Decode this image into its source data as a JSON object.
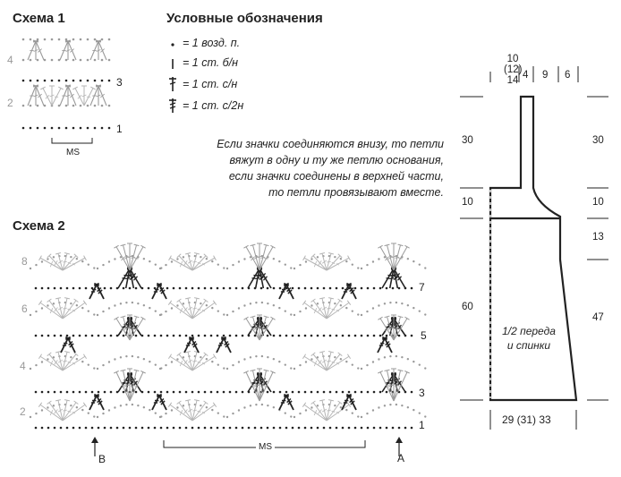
{
  "scheme1": {
    "title": "Схема 1",
    "row_labels_left": [
      "4",
      "2"
    ],
    "row_labels_right": [
      "3",
      "1"
    ],
    "repeat_label": "MS"
  },
  "legend": {
    "title": "Условные обозначения",
    "items": [
      {
        "icon": "chain-dot-icon",
        "text": "= 1 возд. п."
      },
      {
        "icon": "single-crochet-icon",
        "text": "= 1 ст. б/н"
      },
      {
        "icon": "double-crochet-icon",
        "text": "= 1 ст. с/н"
      },
      {
        "icon": "treble-crochet-icon",
        "text": "= 1 ст. с/2н"
      }
    ],
    "note": [
      "Если значки соединяются внизу, то петли",
      "вяжут в одну и ту же петлю основания,",
      "если значки соединены в верхней части,",
      "то петли провязывают вместе."
    ]
  },
  "scheme2": {
    "title": "Схема 2",
    "row_labels_left": [
      "8",
      "6",
      "4",
      "2"
    ],
    "row_labels_right": [
      "7",
      "5",
      "3",
      "1"
    ],
    "repeat_label": "MS",
    "marker_b": "B",
    "marker_a": "A"
  },
  "pattern": {
    "sizes_top": [
      "10",
      "(12)",
      "14"
    ],
    "strap_width": "4",
    "mid_width": "9",
    "right_width": "6",
    "left_dims": [
      "30",
      "10",
      "60"
    ],
    "right_dims": [
      "30",
      "10",
      "13",
      "47"
    ],
    "label_line1": "1/2 переда",
    "label_line2": "и спинки",
    "bottom_width": "29 (31) 33"
  },
  "colors": {
    "ink": "#222222",
    "gray": "#9a9a9a",
    "light_gray": "#b5b5b5"
  }
}
